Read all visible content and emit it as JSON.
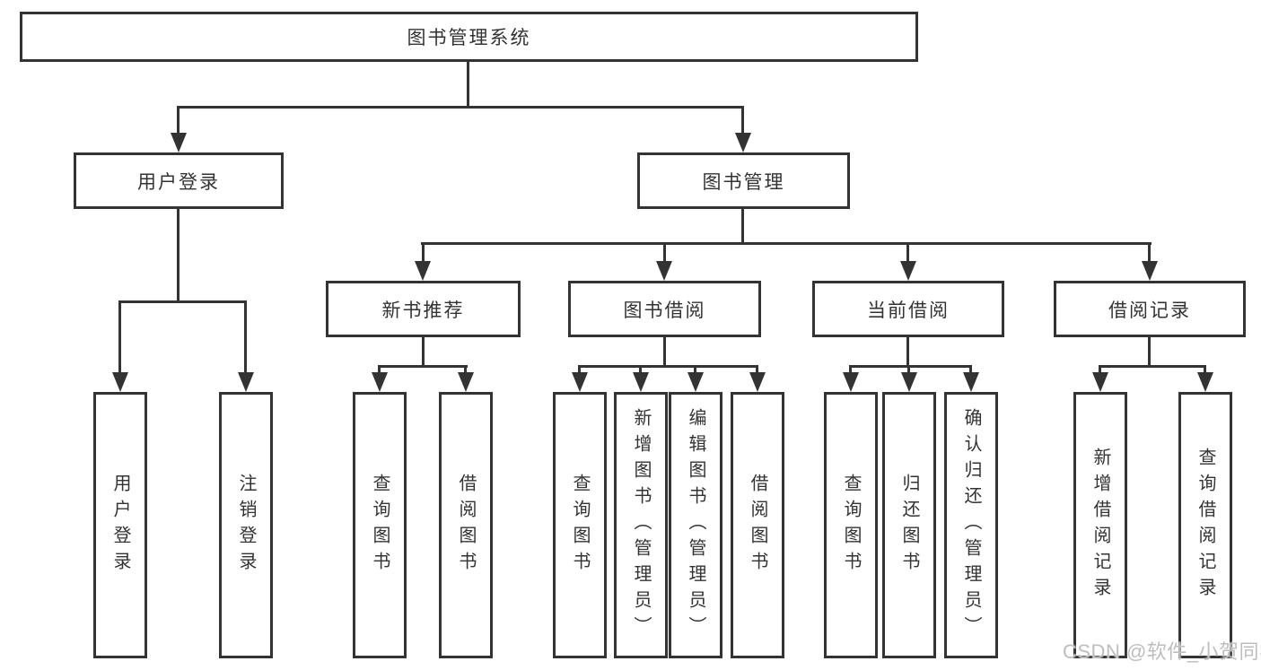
{
  "tree": {
    "root": {
      "label": "图书管理系统"
    },
    "login": {
      "label": "用户登录",
      "children": [
        "用户登录",
        "注销登录"
      ]
    },
    "management": {
      "label": "图书管理",
      "groups": [
        {
          "label": "新书推荐",
          "children": [
            "查询图书",
            "借阅图书"
          ]
        },
        {
          "label": "图书借阅",
          "children": [
            "查询图书",
            "新增图书（管理员）",
            "编辑图书（管理员）",
            "借阅图书"
          ]
        },
        {
          "label": "当前借阅",
          "children": [
            "查询图书",
            "归还图书",
            "确认归还（管理员）"
          ]
        },
        {
          "label": "借阅记录",
          "children": [
            "新增借阅记录",
            "查询借阅记录"
          ]
        }
      ]
    }
  },
  "watermark": "CSDN @软件_小贺同学",
  "colors": {
    "line": "#333333",
    "background": "#ffffff",
    "watermark": "#bebebe"
  }
}
